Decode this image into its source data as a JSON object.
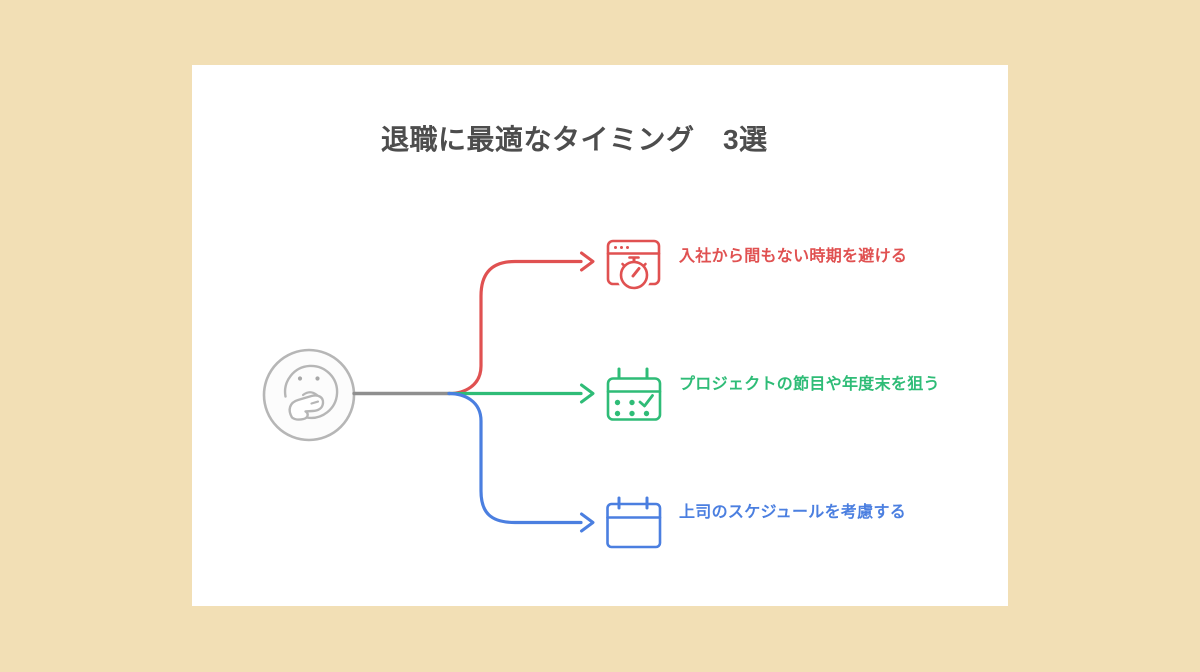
{
  "canvas": {
    "background_color": "#f2dfb5",
    "card_background_color": "#ffffff"
  },
  "title": {
    "text": "退職に最適なタイミング　3選",
    "color": "#4d4d4d"
  },
  "center_node": {
    "icon": "thinking-face-icon",
    "color": "#b6b6b6",
    "stem_color": "#8f8f8f"
  },
  "branches": [
    {
      "label": "入社から間もない時期を避ける",
      "icon": "stopwatch-browser-icon",
      "color": "#e05151"
    },
    {
      "label": "プロジェクトの節目や年度末を狙う",
      "icon": "calendar-check-icon",
      "color": "#2fbc77"
    },
    {
      "label": "上司のスケジュールを考慮する",
      "icon": "calendar-icon",
      "color": "#4b7fe0"
    }
  ]
}
